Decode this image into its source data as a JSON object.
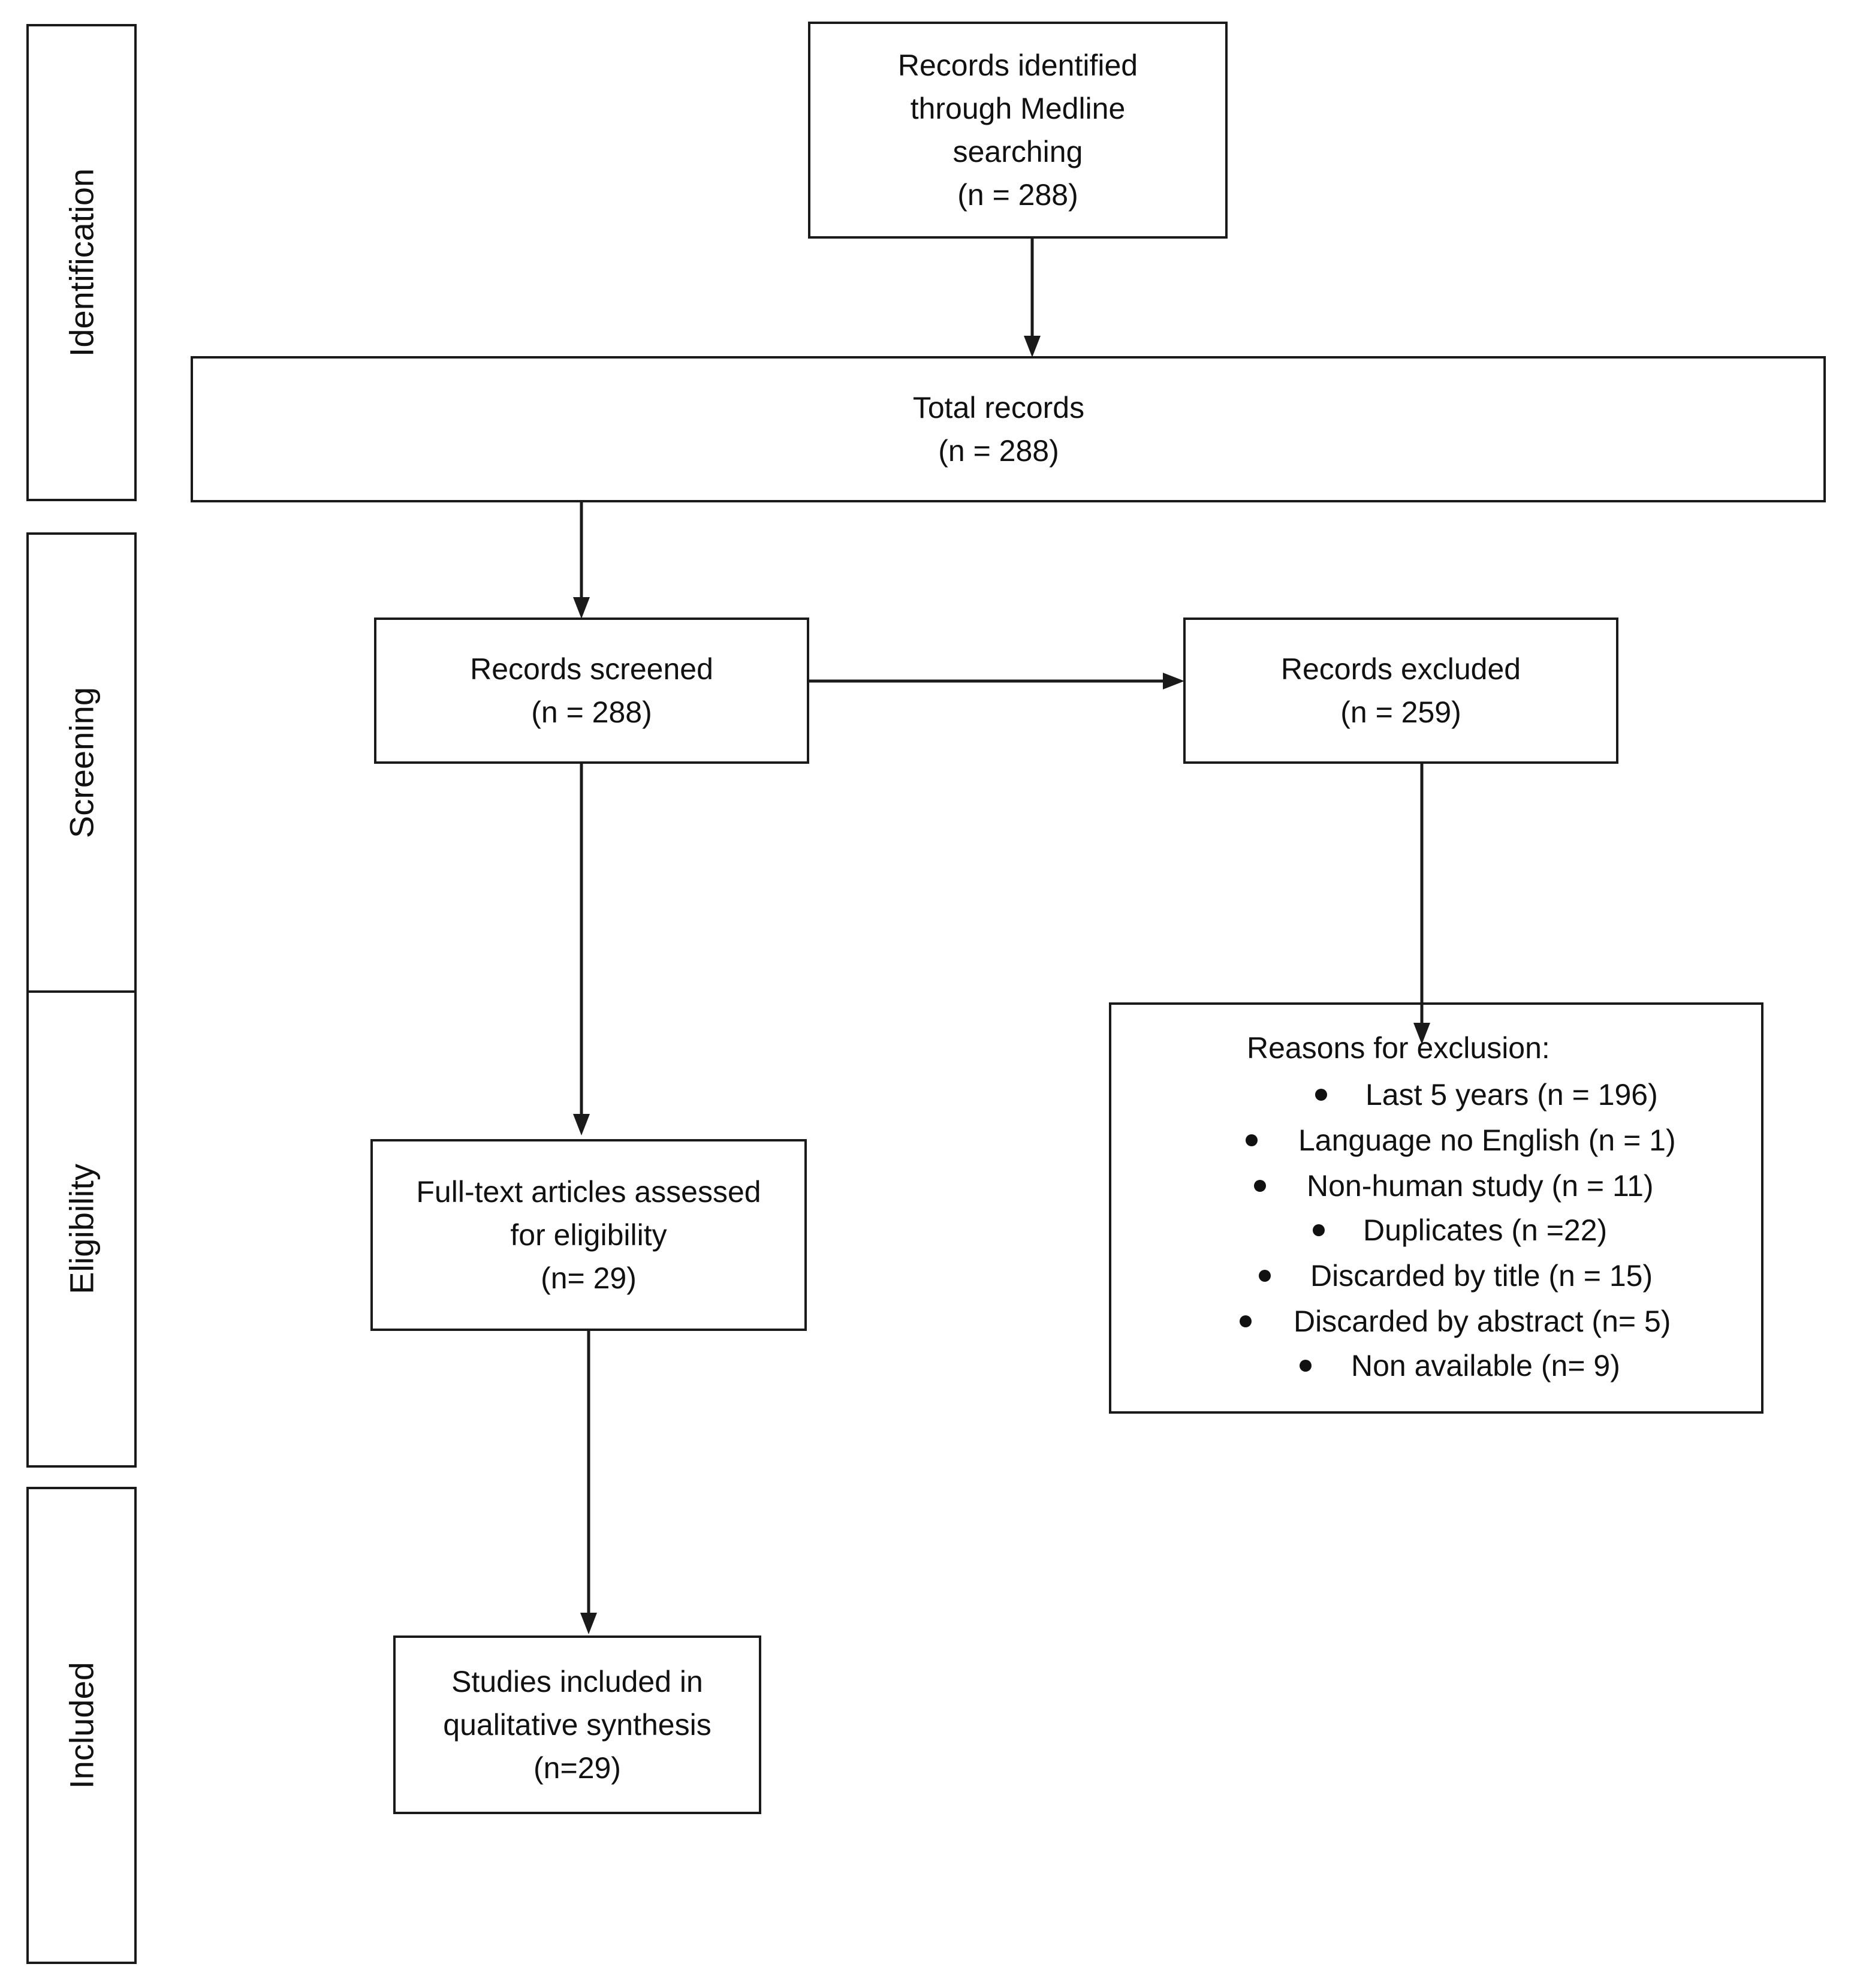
{
  "phases": {
    "identification": "Identification",
    "screening": "Screening",
    "eligibility": "Eligibility",
    "included": "Included"
  },
  "boxes": {
    "identified": [
      "Records identified",
      "through Medline",
      "searching",
      "(n = 288)"
    ],
    "total": [
      "Total records",
      "(n = 288)"
    ],
    "screened": [
      "Records screened",
      "(n = 288)"
    ],
    "excluded": [
      "Records excluded",
      "(n = 259)"
    ],
    "fulltext": [
      "Full-text articles assessed",
      "for eligibility",
      "(n= 29)"
    ],
    "included": [
      "Studies included in",
      "qualitative synthesis",
      "(n=29)"
    ]
  },
  "reasons": {
    "title": "Reasons for exclusion:",
    "items": [
      "Last 5 years (n = 196)",
      "Language no English (n = 1)",
      "Non-human study (n = 11)",
      "Duplicates (n =22)",
      "Discarded by title (n = 15)",
      "Discarded by abstract (n= 5)",
      "Non available (n= 9)"
    ]
  }
}
